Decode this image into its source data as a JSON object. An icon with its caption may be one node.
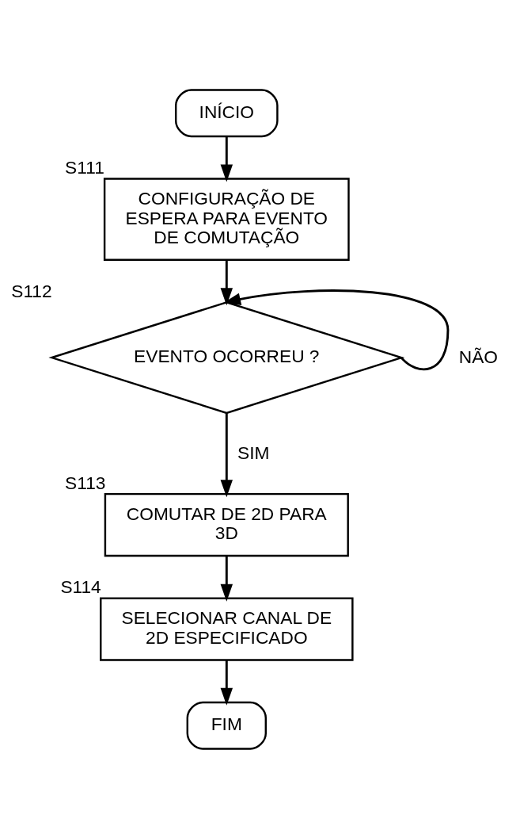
{
  "diagram": {
    "nodes": [
      {
        "text": [
          "INÍCIO"
        ]
      },
      {
        "text": [
          "CONFIGURAÇÃO DE ESPERA PARA EVENTO DE COMUTAÇÃO"
        ],
        "beside": [
          "S111"
        ]
      },
      {
        "text": [
          "EVENTO OCORREU ?"
        ],
        "beside": [
          "S112"
        ]
      },
      {
        "text": [
          "COMUTAR DE 2D PARA 3D"
        ],
        "beside": [
          "S113"
        ]
      },
      {
        "text": [
          "SELECIONAR CANAL DE 2D ESPECIFICADO"
        ],
        "beside": [
          "S114"
        ]
      },
      {
        "text": [
          "FIM"
        ]
      }
    ],
    "edges": [
      {
        "from": 0,
        "to": 1,
        "arrow": "to"
      },
      {
        "from": 1,
        "to": 2,
        "arrow": "to"
      },
      {
        "from": 2,
        "to": 3,
        "arrow": "to",
        "label": "SIM"
      },
      {
        "from": 2,
        "to": 2,
        "arrow": "to",
        "label": "NÃO"
      },
      {
        "from": 3,
        "to": 4,
        "arrow": "to"
      },
      {
        "from": 4,
        "to": 5,
        "arrow": "to"
      }
    ]
  }
}
